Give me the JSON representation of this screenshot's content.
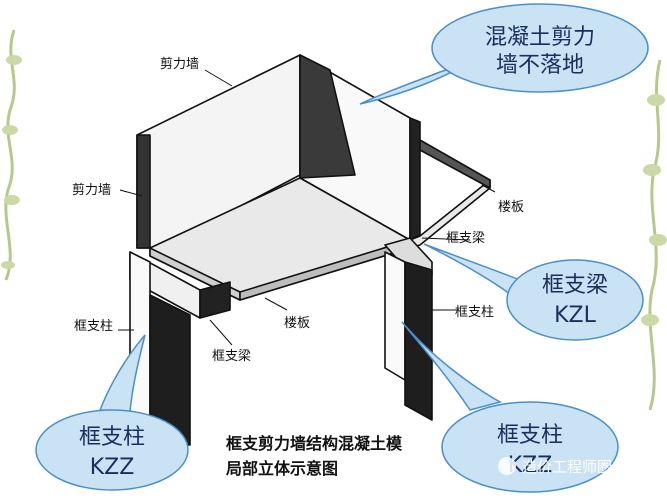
{
  "diagram_labels": {
    "shear_wall_top": "剪力墙",
    "shear_wall_left": "剪力墙",
    "slab_right": "楼板",
    "slab_bottom": "楼板",
    "transfer_beam_right": "框支梁",
    "transfer_beam_bottom": "框支梁",
    "transfer_column_left": "框支柱",
    "transfer_column_right": "框支柱"
  },
  "caption": {
    "line1": "框支剪力墙结构混凝土模",
    "line2": "局部立体示意图"
  },
  "callouts": {
    "wall": {
      "line1": "混凝土剪力",
      "line2": "墙不落地"
    },
    "beam": {
      "line1": "框支梁",
      "line2": "KZL"
    },
    "column_left": {
      "line1": "框支柱",
      "line2": "KZZ"
    },
    "column_right": {
      "line1": "框支柱",
      "line2": "KZZ"
    }
  },
  "watermark": {
    "text": "造价工程师圈儿"
  },
  "colors": {
    "bubble_fill": "#c9e3f5",
    "bubble_stroke": "#4a8fc9",
    "bubble_text": "#1a2e5e",
    "decor_green": "#b7c98a"
  }
}
